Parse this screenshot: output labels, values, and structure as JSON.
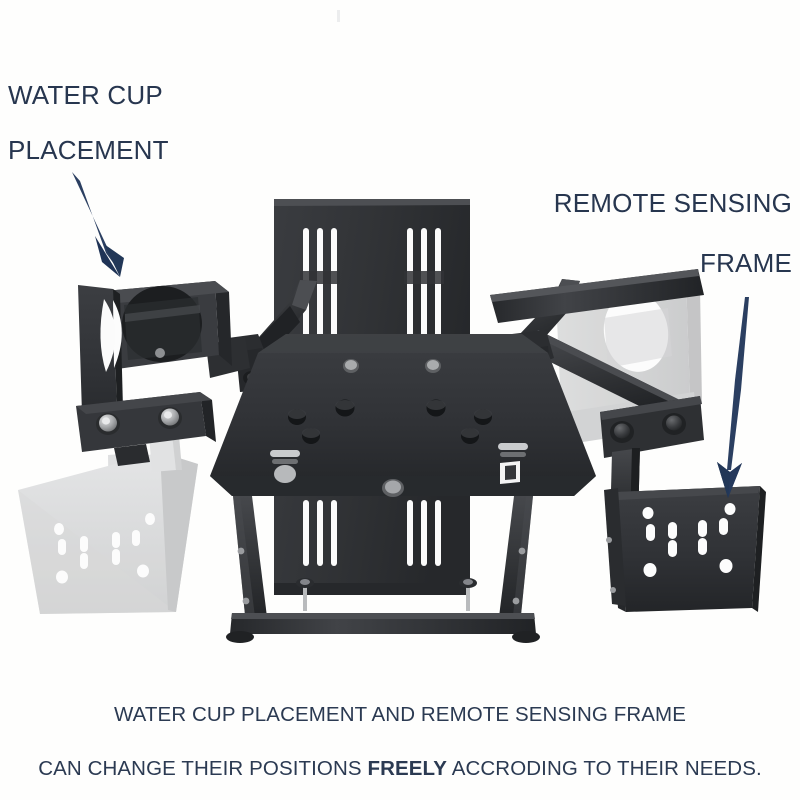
{
  "image": {
    "subject": "racing simulator cockpit frame rear view",
    "background_color": "#fefefd",
    "annotation_color": "#27364f",
    "caption_color": "#2b3a52",
    "metal_color": "#2e3033",
    "ghost_color": "#d8d9da"
  },
  "annotations": [
    {
      "name": "water-cup-placement",
      "line1": "WATER CUP",
      "line2": "PLACEMENT",
      "arrow": "arrow-down-right-icon"
    },
    {
      "name": "remote-sensing-frame",
      "line1": "REMOTE SENSING",
      "line2": "FRAME",
      "arrow": "arrow-down-icon"
    }
  ],
  "caption": {
    "line1": "WATER CUP PLACEMENT AND REMOTE SENSING FRAME",
    "line2_before": "CAN CHANGE THEIR POSITIONS ",
    "line2_emphasis": "FREELY",
    "line2_after": " ACCRODING TO THEIR NEEDS."
  },
  "parts": {
    "backrest": "seat-backrest-panel",
    "seat_plate": "seat-mounting-plate",
    "cup_holder_left": "cup-holder-bracket-left",
    "cup_holder_right_ghost": "cup-holder-bracket-right-alternate",
    "sensing_frame_right": "remote-sensing-frame-plate-right",
    "sensing_frame_left_ghost": "remote-sensing-frame-plate-left-alternate",
    "support_arm_left": "support-arm-left",
    "support_arm_right": "support-arm-right",
    "base_frame": "base-frame-legs"
  }
}
